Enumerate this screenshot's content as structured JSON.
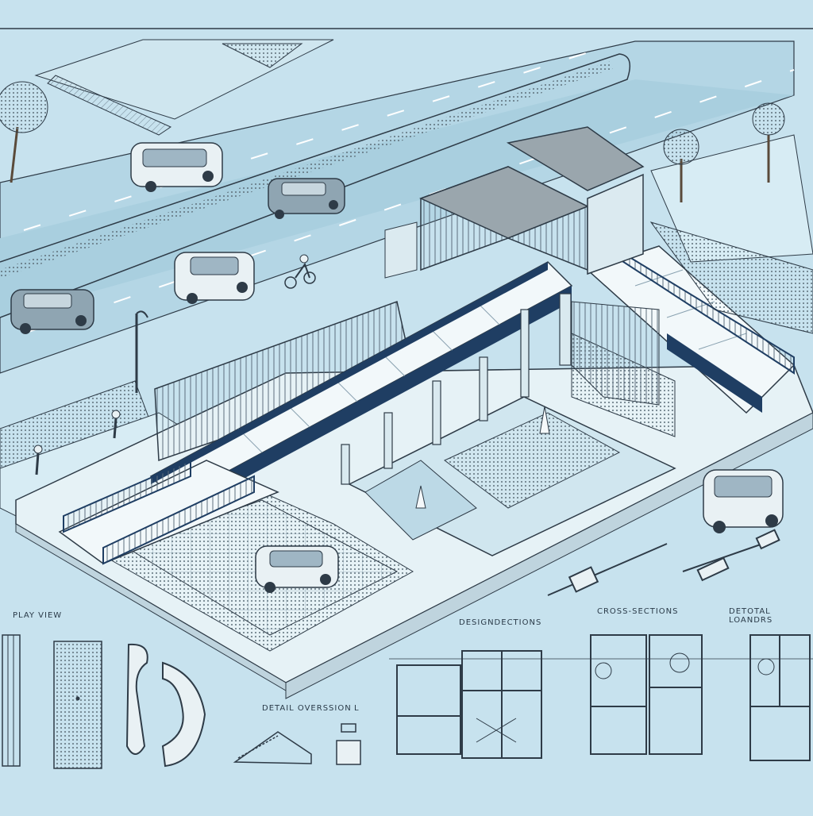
{
  "labels": {
    "plan_view": "PLAY VIEW",
    "designations": "DESIGNDECTIONS",
    "cross_sections": "CROSS-SECTIONS",
    "detail_loading": "DETOTAL LOANDRS",
    "detail_overview": "DETAIL OVERSSION",
    "detail_overview_suffix": "L"
  },
  "colors": {
    "background": "#c7e2ee",
    "sky_light": "#d7ecf4",
    "road": "#b4d6e5",
    "line": "#2e3b47",
    "railing": "#1f3e63",
    "hedge": "#8c9a8c",
    "roof": "#9aa6ad"
  },
  "icons": [
    "car-icon",
    "van-icon",
    "tree-icon",
    "pedestrian-icon",
    "cyclist-icon",
    "lamp-post-icon",
    "traffic-cone-icon"
  ]
}
